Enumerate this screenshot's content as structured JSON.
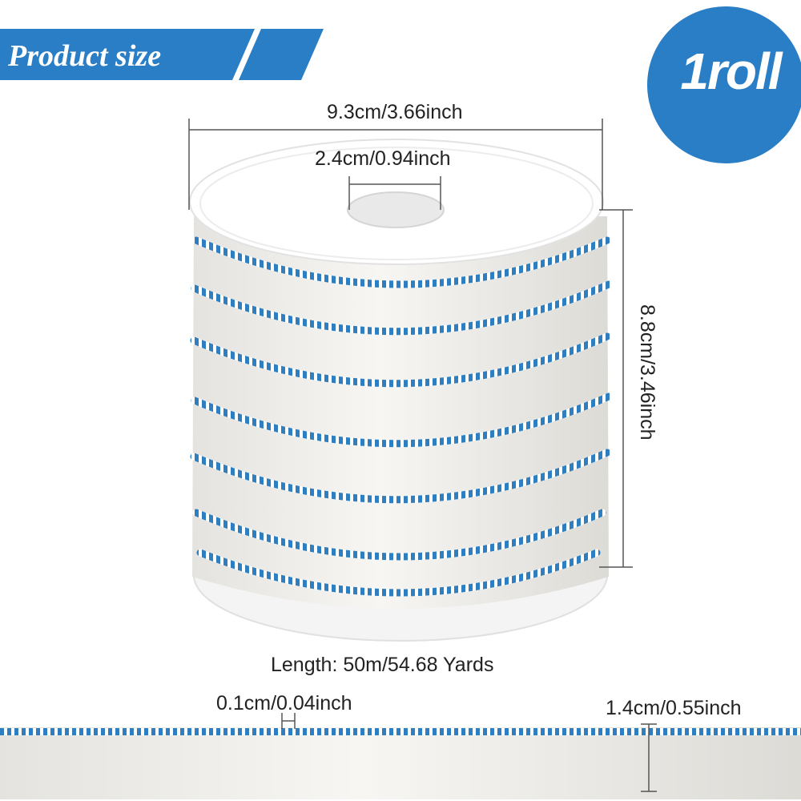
{
  "banner": {
    "title": "Product size",
    "color": "#2a7ec5"
  },
  "badge": {
    "label": "1roll",
    "color": "#2a7ec5"
  },
  "dimensions": {
    "outer_diameter": "9.3cm/3.66inch",
    "hole_diameter": "2.4cm/0.94inch",
    "height": "8.8cm/3.46inch",
    "length": "Length: 50m/54.68 Yards",
    "edge_width": "0.1cm/0.04inch",
    "ribbon_width": "1.4cm/0.55inch"
  },
  "colors": {
    "ribbon": "#f2f1ee",
    "edge_stripe": "#2f7fc0",
    "spool": "#ffffff"
  }
}
